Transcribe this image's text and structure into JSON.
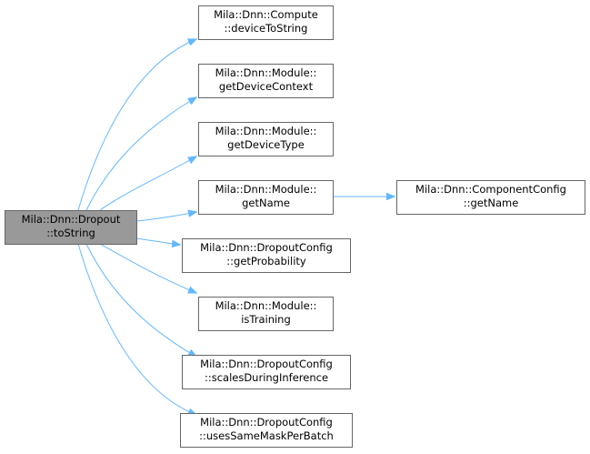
{
  "diagram": {
    "colors": {
      "edge": "#63b8ff",
      "node_border": "#666666",
      "node_fill": "#ffffff",
      "root_fill": "#999999"
    },
    "nodes": [
      {
        "id": "root",
        "lines": [
          "Mila::Dnn::Dropout",
          "::toString"
        ],
        "highlighted": true
      },
      {
        "id": "n1",
        "lines": [
          "Mila::Dnn::Compute",
          "::deviceToString"
        ]
      },
      {
        "id": "n2",
        "lines": [
          "Mila::Dnn::Module::",
          "getDeviceContext"
        ]
      },
      {
        "id": "n3",
        "lines": [
          "Mila::Dnn::Module::",
          "getDeviceType"
        ]
      },
      {
        "id": "n4",
        "lines": [
          "Mila::Dnn::Module::",
          "getName"
        ]
      },
      {
        "id": "n5",
        "lines": [
          "Mila::Dnn::DropoutConfig",
          "::getProbability"
        ]
      },
      {
        "id": "n6",
        "lines": [
          "Mila::Dnn::Module::",
          "isTraining"
        ]
      },
      {
        "id": "n7",
        "lines": [
          "Mila::Dnn::DropoutConfig",
          "::scalesDuringInference"
        ]
      },
      {
        "id": "n8",
        "lines": [
          "Mila::Dnn::DropoutConfig",
          "::usesSameMaskPerBatch"
        ]
      },
      {
        "id": "n9",
        "lines": [
          "Mila::Dnn::ComponentConfig",
          "::getName"
        ]
      }
    ],
    "edges": [
      {
        "from": "root",
        "to": "n1"
      },
      {
        "from": "root",
        "to": "n2"
      },
      {
        "from": "root",
        "to": "n3"
      },
      {
        "from": "root",
        "to": "n4"
      },
      {
        "from": "root",
        "to": "n5"
      },
      {
        "from": "root",
        "to": "n6"
      },
      {
        "from": "root",
        "to": "n7"
      },
      {
        "from": "root",
        "to": "n8"
      },
      {
        "from": "n4",
        "to": "n9"
      }
    ]
  }
}
